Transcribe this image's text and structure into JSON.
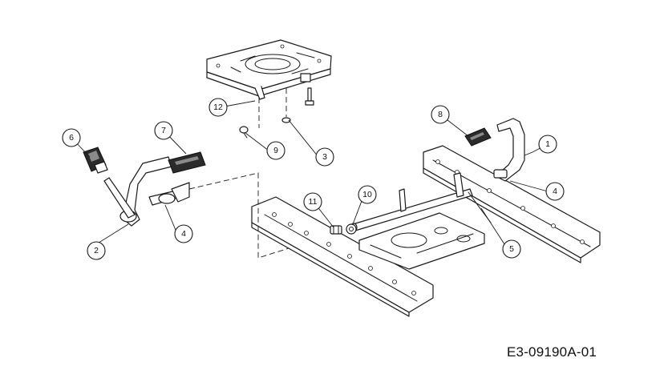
{
  "diagram": {
    "code": "E3-09190A-01",
    "callouts": [
      {
        "id": "c1",
        "label": "1"
      },
      {
        "id": "c2",
        "label": "2"
      },
      {
        "id": "c3",
        "label": "3"
      },
      {
        "id": "c4a",
        "label": "4"
      },
      {
        "id": "c4b",
        "label": "4"
      },
      {
        "id": "c5",
        "label": "5"
      },
      {
        "id": "c6",
        "label": "6"
      },
      {
        "id": "c7",
        "label": "7"
      },
      {
        "id": "c8",
        "label": "8"
      },
      {
        "id": "c9",
        "label": "9"
      },
      {
        "id": "c10",
        "label": "10"
      },
      {
        "id": "c11",
        "label": "11"
      },
      {
        "id": "c12",
        "label": "12"
      }
    ]
  }
}
